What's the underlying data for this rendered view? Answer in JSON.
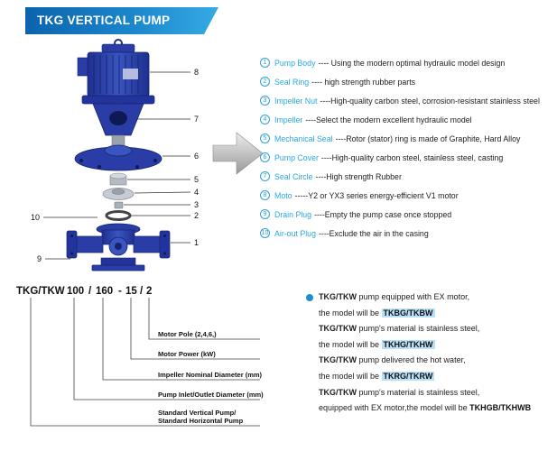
{
  "banner": {
    "title": "TKG VERTICAL PUMP"
  },
  "diagram": {
    "callouts": {
      "c1": "1",
      "c2": "2",
      "c3": "3",
      "c4": "4",
      "c5": "5",
      "c6": "6",
      "c7": "7",
      "c8": "8",
      "c9": "9",
      "c10": "10"
    }
  },
  "parts": [
    {
      "num": "1",
      "name": "Pump Body",
      "desc": "---- Using the modern optimal hydraulic model design"
    },
    {
      "num": "2",
      "name": "Seal Ring",
      "desc": "---- high strength rubber parts"
    },
    {
      "num": "3",
      "name": "Impeller Nut",
      "desc": "----High-quality carbon steel, corrosion-resistant stainless steel"
    },
    {
      "num": "4",
      "name": "Impeller",
      "desc": "----Select the modern excellent hydraulic model"
    },
    {
      "num": "5",
      "name": "Mechanical Seal",
      "desc": "----Rotor (stator) ring is made of Graphite, Hard Alloy"
    },
    {
      "num": "6",
      "name": "Pump Cover",
      "desc": "----High-quality carbon steel, stainless steel, casting"
    },
    {
      "num": "7",
      "name": "Seal Circle",
      "desc": "----High strength Rubber"
    },
    {
      "num": "8",
      "name": "Moto",
      "desc": "-----Y2 or YX3 series energy-efficient V1 motor"
    },
    {
      "num": "9",
      "name": "Drain Plug",
      "desc": "----Empty the pump case once stopped"
    },
    {
      "num": "10",
      "name": "Air-out Plug",
      "desc": "----Exclude the air in the casing"
    }
  ],
  "model_code": {
    "prefix": "TKG/TKW",
    "num1": "100",
    "sep1": "/",
    "num2": "160",
    "sep2": "-",
    "num3": "15",
    "sep3": "/",
    "num4": "2",
    "labels": {
      "pole": "Motor Pole (2,4,6,)",
      "power": "Motor Power (kW)",
      "impeller": "Impeller Nominal Diameter (mm)",
      "inlet": "Pump Inlet/Outlet Diameter (mm)",
      "standard_line1": "Standard Vertical Pump/",
      "standard_line2": "Standard Horizontal Pump"
    }
  },
  "notes": [
    {
      "brand": "TKG/TKW",
      "cond": " pump equipped with EX motor,",
      "lead": "the model will be ",
      "model": "TKBG/TKBW"
    },
    {
      "brand": "TKG/TKW",
      "cond": " pump's material is stainless steel,",
      "lead": "the model will be ",
      "model": "TKHG/TKHW"
    },
    {
      "brand": "TKG/TKW",
      "cond": " pump delivered the hot water,",
      "lead": "the model will be ",
      "model": "TKRG/TKRW"
    },
    {
      "brand": "TKG/TKW",
      "cond": " pump's material is stainless steel,",
      "lead": "equipped with EX motor,the model will be ",
      "model": "TKHGB/TKHWB"
    }
  ]
}
